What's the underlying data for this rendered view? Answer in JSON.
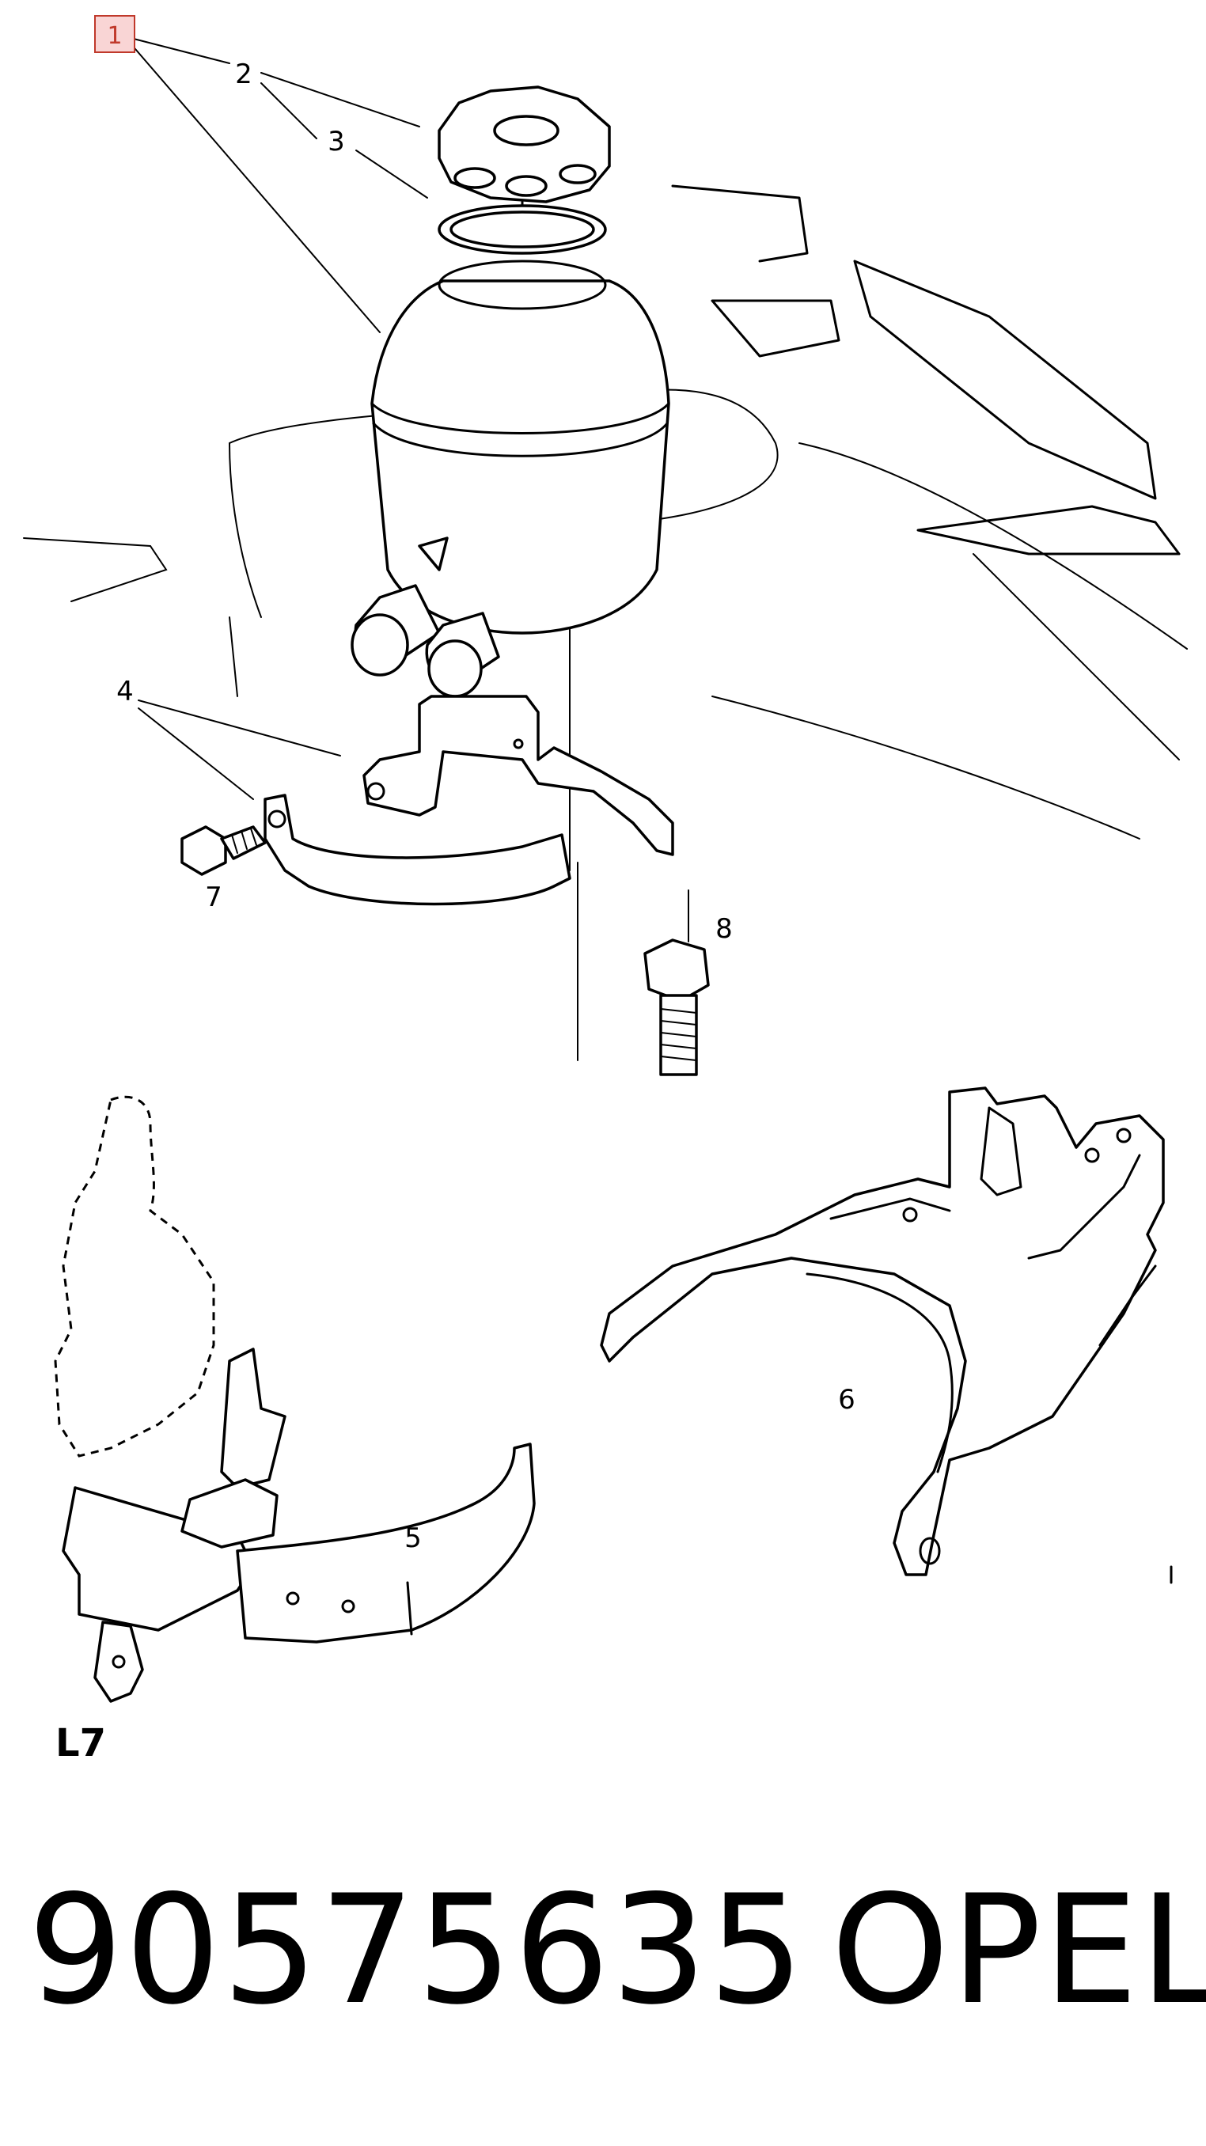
{
  "callouts": {
    "c1": "1",
    "c2": "2",
    "c3": "3",
    "c4": "4",
    "c5": "5",
    "c6": "6",
    "c7": "7",
    "c8": "8"
  },
  "figure_ref": "L7",
  "part_number": "90575635",
  "brand": "OPEL",
  "colors": {
    "line": "#000000",
    "callout_box": "#c0392b",
    "callout_box_fill": "#f9d5d5"
  }
}
